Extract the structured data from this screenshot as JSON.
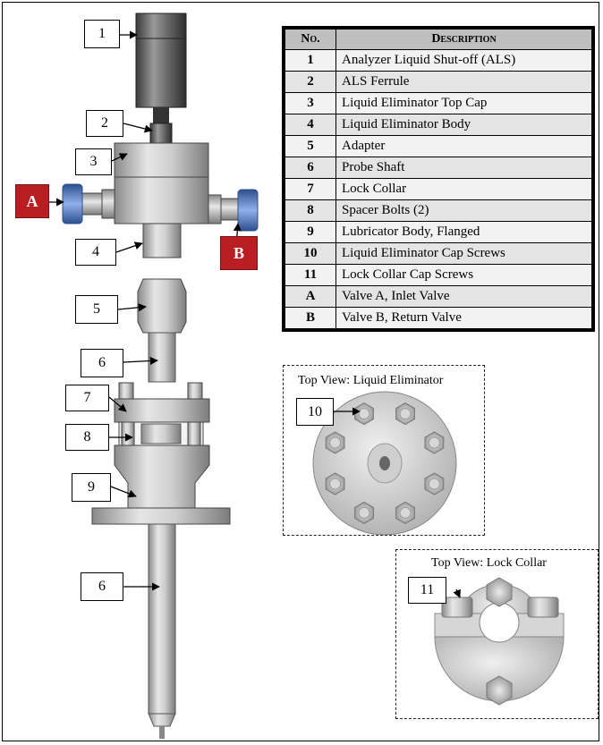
{
  "callouts": {
    "c1": "1",
    "c2": "2",
    "c3": "3",
    "c4": "4",
    "c5": "5",
    "c6a": "6",
    "c7": "7",
    "c8": "8",
    "c9": "9",
    "c6b": "6",
    "c10": "10",
    "c11": "11",
    "valve_a": "A",
    "valve_b": "B"
  },
  "parts_table": {
    "header_no": "No.",
    "header_desc": "Description",
    "rows": [
      {
        "no": "1",
        "desc": "Analyzer Liquid Shut-off (ALS)"
      },
      {
        "no": "2",
        "desc": "ALS Ferrule"
      },
      {
        "no": "3",
        "desc": "Liquid Eliminator Top Cap"
      },
      {
        "no": "4",
        "desc": "Liquid Eliminator Body"
      },
      {
        "no": "5",
        "desc": "Adapter"
      },
      {
        "no": "6",
        "desc": "Probe Shaft"
      },
      {
        "no": "7",
        "desc": "Lock Collar"
      },
      {
        "no": "8",
        "desc": "Spacer Bolts (2)"
      },
      {
        "no": "9",
        "desc": "Lubricator Body, Flanged"
      },
      {
        "no": "10",
        "desc": "Liquid Eliminator Cap Screws"
      },
      {
        "no": "11",
        "desc": "Lock Collar Cap Screws"
      },
      {
        "no": "A",
        "desc": "Valve A, Inlet Valve"
      },
      {
        "no": "B",
        "desc": "Valve B, Return Valve"
      }
    ]
  },
  "top_view_eliminator": {
    "title": "Top View: Liquid Eliminator"
  },
  "top_view_collar": {
    "title": "Top View: Lock Collar"
  },
  "colors": {
    "valve_label": "#b81e22",
    "metal": "#c8c8c8",
    "handle_blue": "#4a78c8"
  }
}
